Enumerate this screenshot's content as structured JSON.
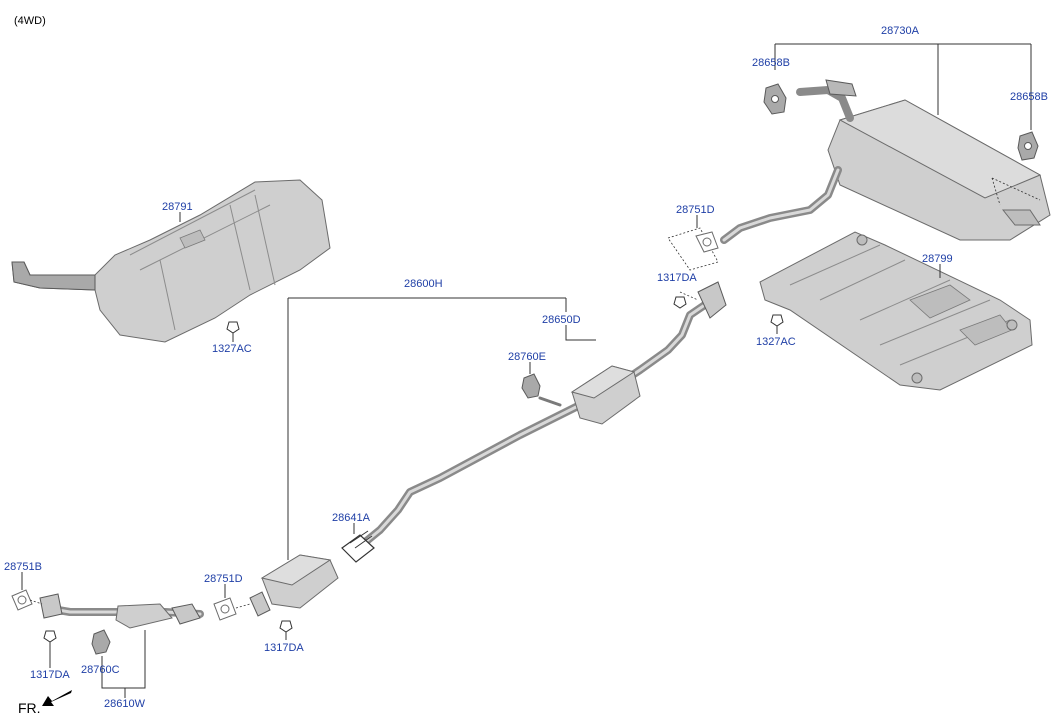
{
  "variant_label": "(4WD)",
  "direction_label": "FR.",
  "parts": {
    "p28730A": "28730A",
    "p28658B_left": "28658B",
    "p28658B_right": "28658B",
    "p28791": "28791",
    "p28751D_upper": "28751D",
    "p1327AC_left": "1327AC",
    "p1317DA_upper": "1317DA",
    "p28799": "28799",
    "p1327AC_right": "1327AC",
    "p28600H": "28600H",
    "p28650D": "28650D",
    "p28760E": "28760E",
    "p28641A": "28641A",
    "p28751B": "28751B",
    "p28751D_lower": "28751D",
    "p1317DA_lower_right": "1317DA",
    "p1317DA_lower_left": "1317DA",
    "p28760C": "28760C",
    "p28610W": "28610W"
  }
}
